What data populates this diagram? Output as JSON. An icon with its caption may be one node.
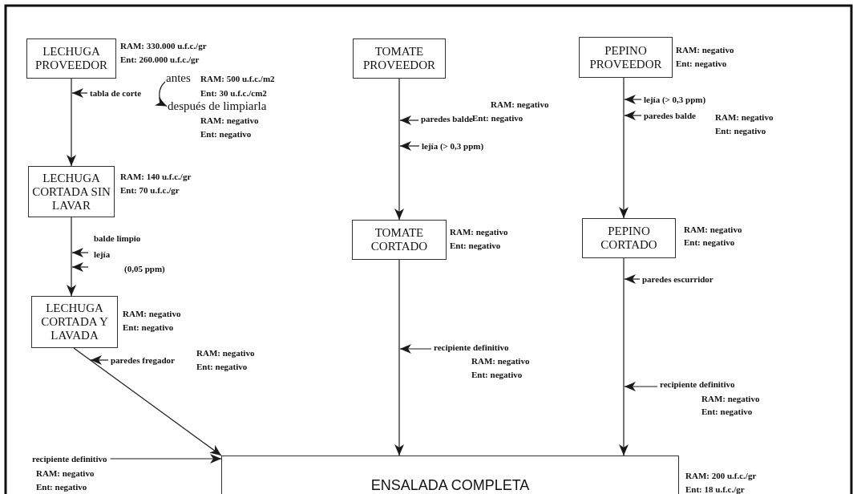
{
  "diagram": {
    "nodes": [
      {
        "text": [
          "LECHUGA PROVEEDOR"
        ],
        "beside": [
          "RAM: 330.000 u.f.c./gr",
          "Ent: 260.000 u.f.c./gr"
        ]
      },
      {
        "text": [
          "LECHUGA CORTADA SIN LAVAR"
        ],
        "beside": [
          "RAM: 140 u.f.c./gr",
          "Ent: 70 u.f.c./gr"
        ]
      },
      {
        "text": [
          "LECHUGA CORTADA Y LAVADA"
        ],
        "beside": [
          "RAM: negativo",
          "Ent: negativo"
        ]
      },
      {
        "text": [
          "TOMATE PROVEEDOR"
        ]
      },
      {
        "text": [
          "TOMATE CORTADO"
        ],
        "beside": [
          "RAM: negativo",
          "Ent: negativo"
        ]
      },
      {
        "text": [
          "PEPINO PROVEEDOR"
        ],
        "beside": [
          "RAM: negativo",
          "Ent: negativo"
        ]
      },
      {
        "text": [
          "PEPINO CORTADO"
        ],
        "beside": [
          "RAM: negativo",
          "Ent: negativo"
        ]
      },
      {
        "text": [
          "ENSALADA COMPLETA"
        ],
        "beside": [
          "RAM: 200 u.f.c./gr",
          "Ent: 18 u.f.c./gr"
        ]
      },
      {
        "text": [
          "tabla de corte"
        ]
      },
      {
        "text": [
          "antes"
        ],
        "beside": [
          "RAM: 500 u.f.c./m2",
          "Ent: 30 u.f.c./cm2"
        ]
      },
      {
        "text": [
          "después de limpiarla"
        ],
        "beside": [
          "RAM: negativo",
          "Ent: negativo"
        ]
      },
      {
        "text": [
          "lejía",
          "(0,05 ppm)"
        ]
      },
      {
        "text": [
          "paredes fregador"
        ],
        "beside": [
          "RAM: negativo",
          "Ent: negativo"
        ]
      },
      {
        "text": [
          "recipiente definitivo"
        ],
        "beside": [
          "RAM: negativo",
          "Ent: negativo"
        ]
      },
      {
        "text": [
          "paredes balde"
        ],
        "beside": [
          "RAM: negativo",
          "Ent: negativo"
        ]
      },
      {
        "text": [
          "lejía (> 0,3 ppm)"
        ]
      },
      {
        "text": [
          "recipiente definitivo"
        ],
        "beside": [
          "RAM: negativo",
          "Ent: negativo"
        ]
      },
      {
        "text": [
          "lejía (> 0,3 ppm)"
        ]
      },
      {
        "text": [
          "paredes balde"
        ],
        "beside": [
          "RAM: negativo",
          "Ent: negativo"
        ]
      },
      {
        "text": [
          "paredes escurridor"
        ]
      },
      {
        "text": [
          "recipiente definitivo"
        ],
        "beside": [
          "RAM: negativo",
          "Ent: negativo"
        ]
      }
    ],
    "edges": [
      {
        "from": 0,
        "to": 1,
        "arrow": "to"
      },
      {
        "from": 1,
        "to": 2,
        "arrow": "to"
      },
      {
        "from": 2,
        "to": 7,
        "arrow": "to"
      },
      {
        "from": 3,
        "to": 4,
        "arrow": "to"
      },
      {
        "from": 4,
        "to": 7,
        "arrow": "to"
      },
      {
        "from": 5,
        "to": 6,
        "arrow": "to"
      },
      {
        "from": 6,
        "to": 7,
        "arrow": "to"
      },
      {
        "from": 8,
        "to": null,
        "arrow": "to"
      },
      {
        "from": 9,
        "to": 10,
        "arrow": "to"
      },
      {
        "from": 11,
        "to": null,
        "arrow": "to"
      },
      {
        "from": 11,
        "to": null,
        "arrow": "to"
      },
      {
        "from": 12,
        "to": null,
        "arrow": "to"
      },
      {
        "from": 13,
        "to": 7,
        "arrow": "to"
      },
      {
        "from": 14,
        "to": null,
        "arrow": "to"
      },
      {
        "from": 15,
        "to": null,
        "arrow": "to"
      },
      {
        "from": 16,
        "to": null,
        "arrow": "to"
      },
      {
        "from": 17,
        "to": null,
        "arrow": "to"
      },
      {
        "from": 18,
        "to": null,
        "arrow": "to"
      },
      {
        "from": 19,
        "to": null,
        "arrow": "to"
      },
      {
        "from": 20,
        "to": null,
        "arrow": "to"
      }
    ],
    "labels": [
      "balde limpio"
    ]
  }
}
